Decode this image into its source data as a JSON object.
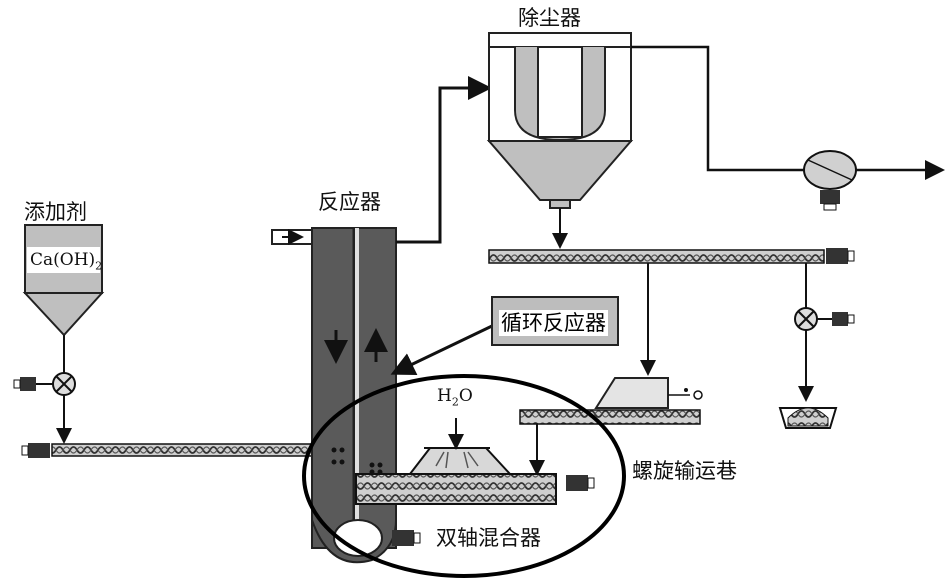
{
  "labels": {
    "dust_collector": "除尘器",
    "reactor": "反应器",
    "additive": "添加剂",
    "circulating_reactor": "循环反应器",
    "screw_conveyor": "螺旋输运巷",
    "twin_shaft_mixer": "双轴混合器"
  },
  "chemicals": {
    "caoh2_main": "Ca(OH)",
    "caoh2_sub": "2",
    "water_h": "H",
    "water_sub": "2",
    "water_o": "O"
  },
  "colors": {
    "equipment_fill": "#bfbfbf",
    "reactor_fill": "#5a5a5a",
    "line": "#111111"
  }
}
